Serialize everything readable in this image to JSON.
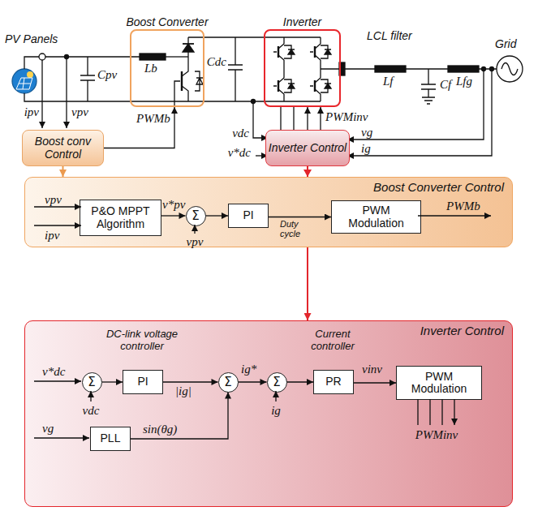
{
  "diagram": {
    "nodes": [
      {
        "text": [
          "Boost Converter"
        ]
      },
      {
        "text": [
          "Inverter"
        ]
      },
      {
        "text": [
          "Boost conv Control"
        ]
      },
      {
        "text": [
          "Inverter Control"
        ]
      },
      {
        "text": [
          "Boost Converter Control"
        ]
      },
      {
        "text": [
          "P&O MPPT Algorithm"
        ],
        "in": 4
      },
      {
        "text": [
          "Σ"
        ],
        "in": 4
      },
      {
        "text": [
          "PI"
        ],
        "in": 4
      },
      {
        "text": [
          "PWM Modulation"
        ],
        "in": 4
      },
      {
        "text": [
          "Inverter Control"
        ]
      },
      {
        "text": [
          "Σ"
        ],
        "in": 9
      },
      {
        "text": [
          "PI"
        ],
        "in": 9
      },
      {
        "text": [
          "Σ"
        ],
        "in": 9
      },
      {
        "text": [
          "Σ"
        ],
        "in": 9
      },
      {
        "text": [
          "PR"
        ],
        "in": 9
      },
      {
        "text": [
          "PWM Modulation"
        ],
        "in": 9
      },
      {
        "text": [
          "PLL"
        ],
        "in": 9
      }
    ],
    "edges": [
      {
        "from": 2,
        "to": 0,
        "arrow": "to",
        "label": "PWMb"
      },
      {
        "from": 3,
        "to": 1,
        "arrow": "to",
        "label": "PWMinv"
      },
      {
        "from": 2,
        "to": 4,
        "arrow": "to"
      },
      {
        "from": 3,
        "to": 9,
        "arrow": "to"
      },
      {
        "from": 5,
        "to": 6,
        "arrow": "to",
        "label": "v*pv"
      },
      {
        "from": 6,
        "to": 7,
        "arrow": "to"
      },
      {
        "from": 7,
        "to": 8,
        "arrow": "to",
        "label": "Duty cycle"
      },
      {
        "from": 10,
        "to": 11,
        "arrow": "to"
      },
      {
        "from": 11,
        "to": 12,
        "arrow": "to",
        "label": "|ig|"
      },
      {
        "from": 16,
        "to": 12,
        "arrow": "to",
        "label": "sin(θg)"
      },
      {
        "from": 12,
        "to": 13,
        "arrow": "to",
        "label": "ig*"
      },
      {
        "from": 13,
        "to": 14,
        "arrow": "to"
      },
      {
        "from": 14,
        "to": 15,
        "arrow": "to",
        "label": "vinv"
      }
    ],
    "labels": [
      "PV Panels",
      "Cpv",
      "ipv",
      "vpv",
      "Lb",
      "Cdc",
      "LCL filter",
      "Lf",
      "Cf",
      "Lfg",
      "Grid",
      "vdc",
      "v*dc",
      "vg",
      "ig",
      "vpv",
      "ipv",
      "vpv",
      "PWMb",
      "DC-link voltage controller",
      "v*dc",
      "vdc",
      "ig",
      "Current controller",
      "PWMinv",
      "vg"
    ]
  }
}
